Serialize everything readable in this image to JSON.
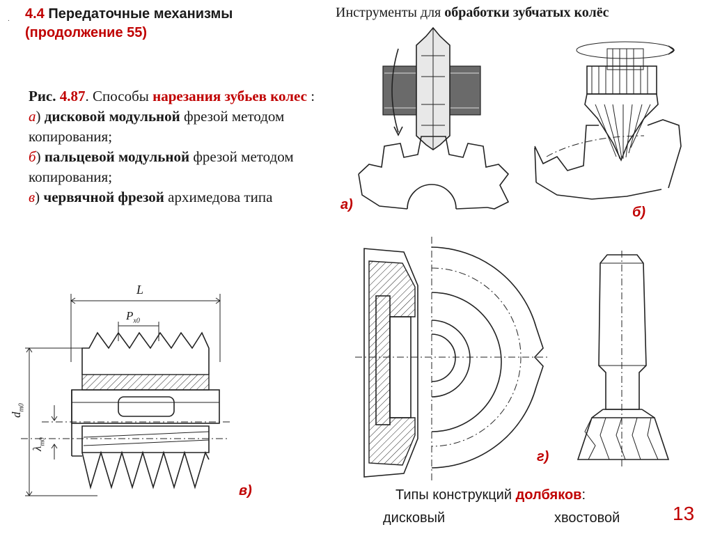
{
  "header": {
    "dot": ".",
    "section_number": "4.4",
    "section_title": "Передаточные механизмы",
    "continuation": "(продолжение 55)"
  },
  "right_title": {
    "prefix": "Инструменты для",
    "emphasis": "обработки зубчатых колёс"
  },
  "caption": {
    "fig_prefix": "Рис.",
    "fig_number": "4.87",
    "intro_a": ". Способы",
    "intro_red": "нарезания зубьев колес",
    "intro_end": " :",
    "item_a_letter": "а",
    "item_a_bold": "дисковой модульной",
    "item_a_text": "фрезой методом копирования;",
    "item_b_letter": "б",
    "item_b_bold": "пальцевой модульной",
    "item_b_text": "фрезой методом копирования;",
    "item_c_letter": "в",
    "item_c_bold": "червячной фрезой",
    "item_c_text": "архимедова типа"
  },
  "labels": {
    "a": "а)",
    "b": "б)",
    "v": "в)",
    "g": "г)"
  },
  "dimensions": {
    "L": "L",
    "px0": "P",
    "px0_sub": "x0",
    "dm0": "d",
    "dm0_sub": "m0",
    "lambda": "λ",
    "lambda_sub": "m0"
  },
  "shaper_types": {
    "prefix": "Типы конструкций",
    "emphasis": "долбяков",
    "suffix": ":",
    "disc": "дисковый",
    "shank": "хвостовой"
  },
  "page_number": "13"
}
